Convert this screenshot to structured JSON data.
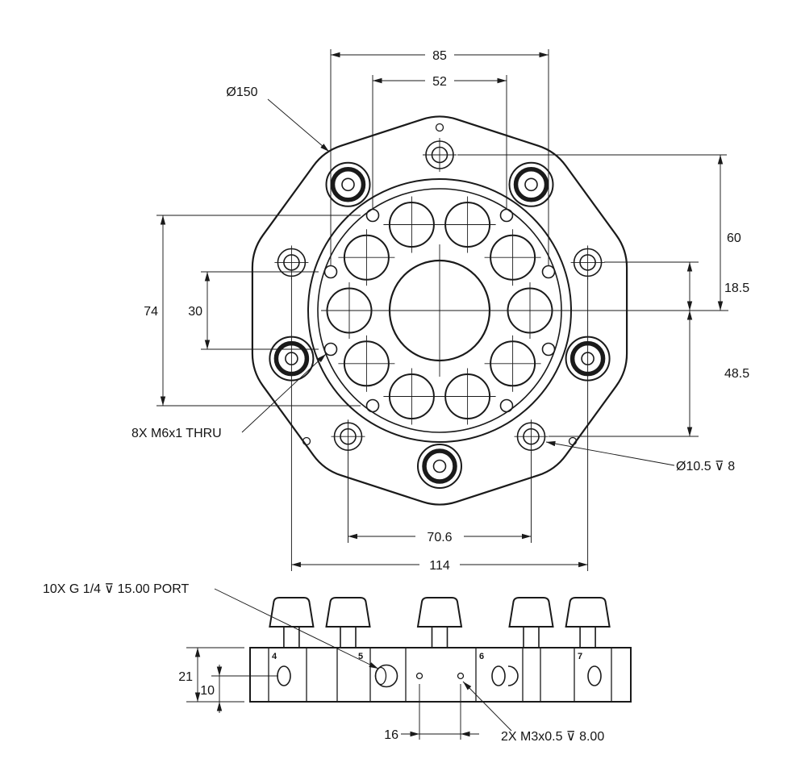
{
  "top_view": {
    "labels": {
      "outer_diameter": "Ø150",
      "thread_note": "8X M6x1 THRU",
      "counterbore_note": "Ø10.5 ⊽ 8"
    },
    "dimensions": {
      "h85": "85",
      "h52": "52",
      "v60": "60",
      "v18_5": "18.5",
      "v48_5": "48.5",
      "v74": "74",
      "v30": "30",
      "h70_6": "70.6",
      "h114": "114"
    }
  },
  "side_view": {
    "labels": {
      "port_note": "10X G 1/4 ⊽ 15.00 PORT",
      "m3_note": "2X M3x0.5 ⊽ 8.00"
    },
    "dimensions": {
      "v21": "21",
      "v10": "10",
      "h16": "16"
    },
    "section_numbers": [
      "4",
      "5",
      "6",
      "7"
    ]
  },
  "colors": {
    "line": "#1a1a1a",
    "background": "#ffffff"
  }
}
